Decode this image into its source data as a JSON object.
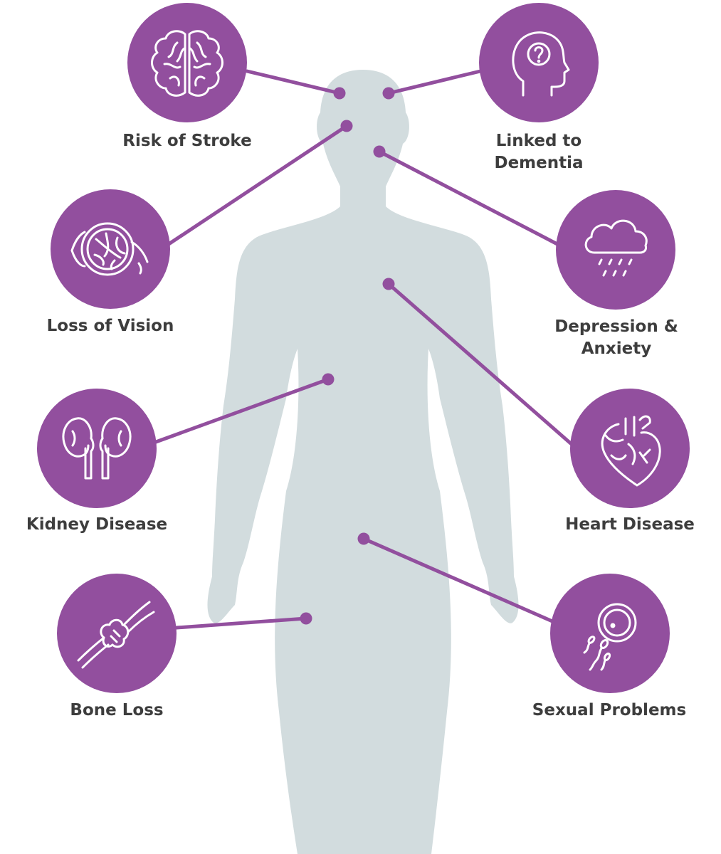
{
  "colors": {
    "accent": "#924f9e",
    "silhouette": "#d2dcde",
    "text": "#3d3d3d",
    "icon_stroke": "#ffffff"
  },
  "conditions": {
    "stroke": {
      "icon": "brain-icon",
      "lines": [
        "Risk of Stroke"
      ]
    },
    "dementia": {
      "icon": "head-question-icon",
      "lines": [
        "Linked to",
        "Dementia"
      ]
    },
    "vision": {
      "icon": "eye-icon",
      "lines": [
        "Loss of Vision"
      ]
    },
    "depression": {
      "icon": "rain-cloud-icon",
      "lines": [
        "Depression &",
        "Anxiety"
      ]
    },
    "kidney": {
      "icon": "kidneys-icon",
      "lines": [
        "Kidney Disease"
      ]
    },
    "heart": {
      "icon": "heart-icon",
      "lines": [
        "Heart Disease"
      ]
    },
    "bone": {
      "icon": "bone-joint-icon",
      "lines": [
        "Bone Loss"
      ]
    },
    "sexual": {
      "icon": "sperm-egg-icon",
      "lines": [
        "Sexual Problems"
      ]
    }
  }
}
